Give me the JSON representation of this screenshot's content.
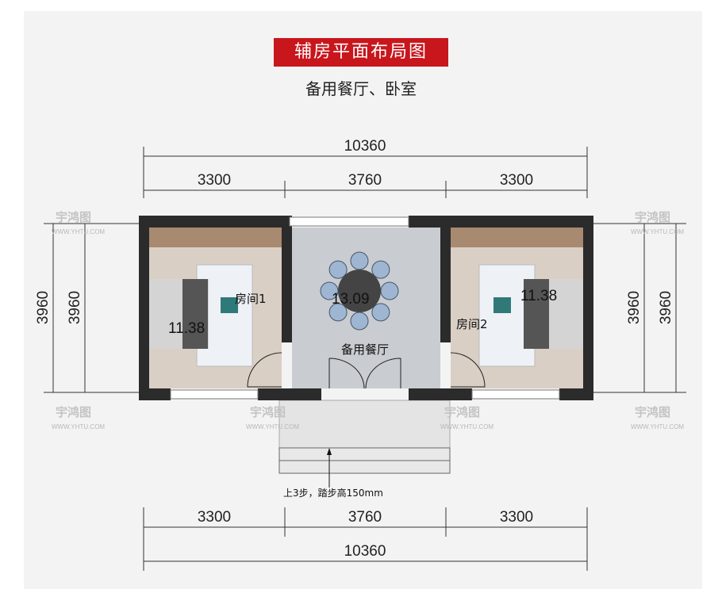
{
  "title": "辅房平面布局图",
  "subtitle": "备用餐厅、卧室",
  "dimensions": {
    "total": "10360",
    "left": "3300",
    "middle": "3760",
    "right": "3300",
    "height": "3960"
  },
  "rooms": {
    "room1": {
      "label": "房间1",
      "area": "11.38"
    },
    "dining": {
      "label": "备用餐厅",
      "area": "13.09"
    },
    "room2": {
      "label": "房间2",
      "area": "11.38"
    }
  },
  "steps_note": "上3步，踏步高150mm",
  "watermark": {
    "brand": "宇鸿图",
    "url": "WWW.YHTU.COM"
  },
  "colors": {
    "title_bg": "#c8161d",
    "wall": "#2b2b2b",
    "floor_wood": "#d9cfc5",
    "floor_stone": "#c9ccd0",
    "chair": "#9fb6d2"
  }
}
